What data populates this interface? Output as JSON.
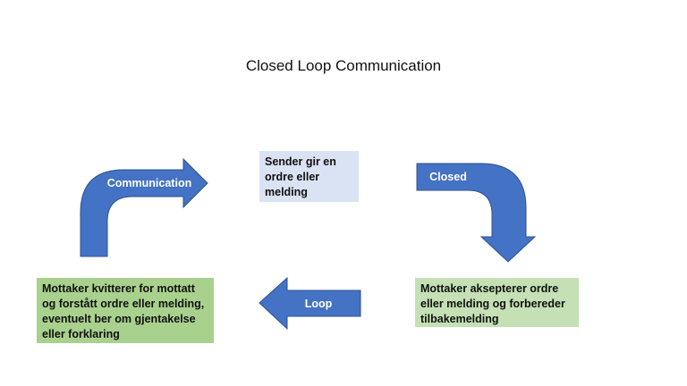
{
  "title": "Closed Loop Communication",
  "nodes": {
    "sender": "Sender gir en ordre eller melding",
    "receiver_accepts": "Mottaker aksepterer ordre eller melding og forbereder tilbakemelding",
    "receiver_acknowledges": "Mottaker kvitterer for mottatt og forstått ordre eller melding, eventuelt ber om gjentakelse eller forklaring"
  },
  "arrows": {
    "communication": "Communication",
    "closed": "Closed",
    "loop": "Loop"
  },
  "colors": {
    "arrow_fill": "#4472c4",
    "arrow_stroke": "#2f528f",
    "sender_box": "#dae3f3",
    "accept_box": "#c5e0b4",
    "ack_box": "#a9d18e"
  }
}
